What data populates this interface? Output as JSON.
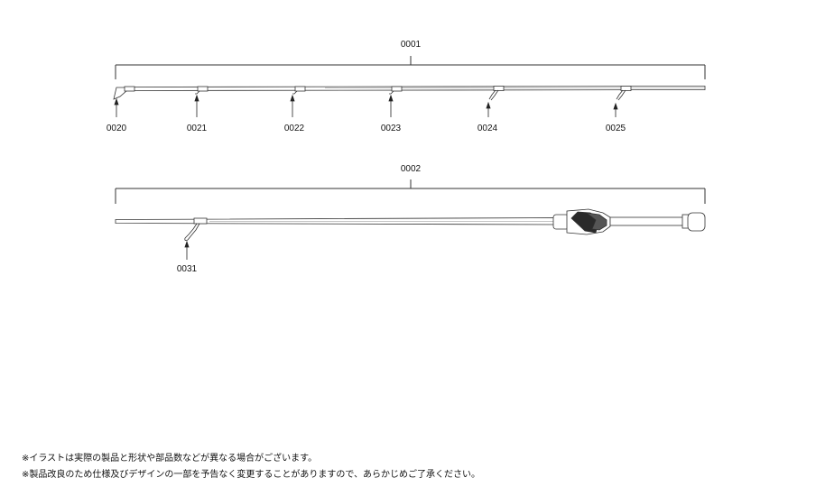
{
  "diagram": {
    "upper_section": {
      "label": "0001",
      "parts": [
        {
          "id": "tip-top-guide",
          "label": "0020"
        },
        {
          "id": "guide-1",
          "label": "0021"
        },
        {
          "id": "guide-2",
          "label": "0022"
        },
        {
          "id": "guide-3",
          "label": "0023"
        },
        {
          "id": "guide-4",
          "label": "0024"
        },
        {
          "id": "guide-5",
          "label": "0025"
        }
      ]
    },
    "lower_section": {
      "label": "0002",
      "parts": [
        {
          "id": "butt-guide",
          "label": "0031"
        }
      ]
    }
  },
  "notes": [
    "※イラストは実際の製品と形状や部品数などが異なる場合がございます。",
    "※製品改良のため仕様及びデザインの一部を予告なく変更することがありますので、あらかじめご了承ください。"
  ]
}
